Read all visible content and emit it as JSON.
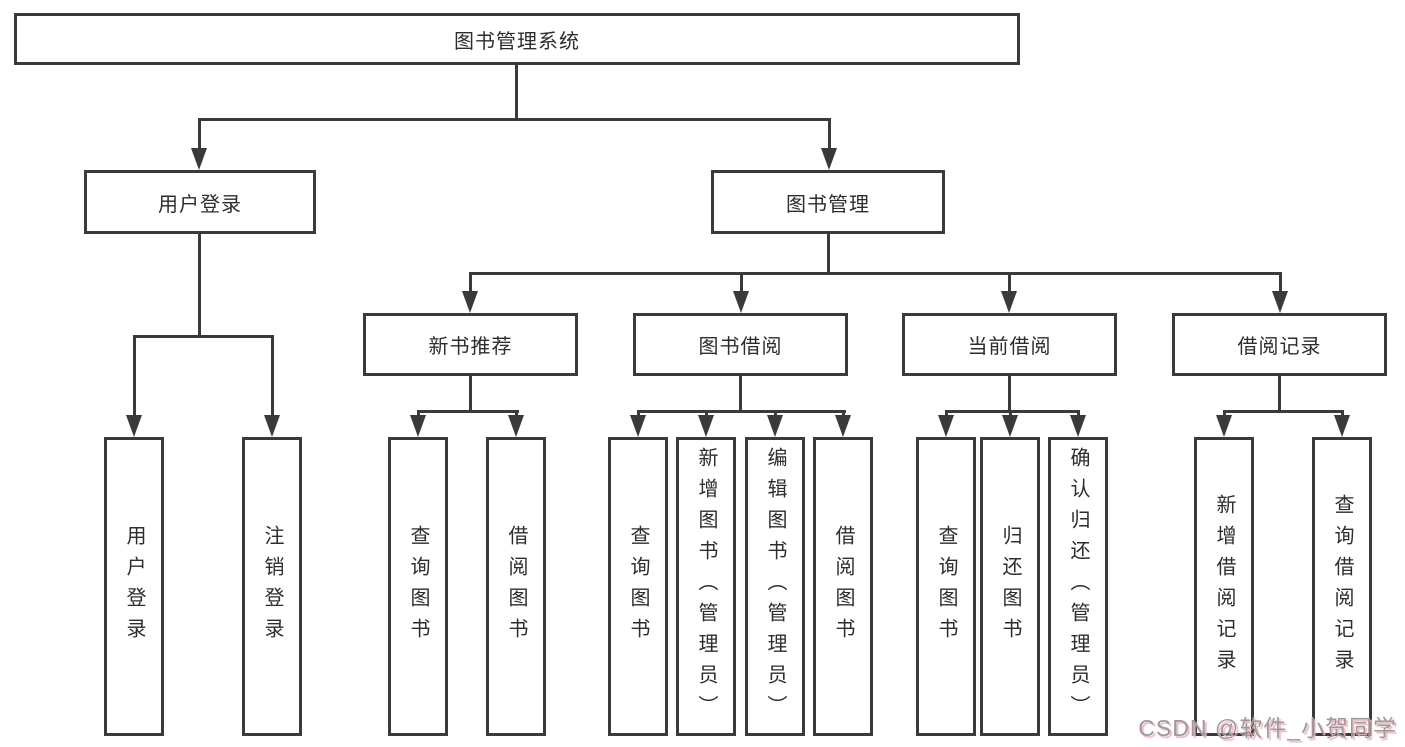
{
  "diagram": {
    "root": {
      "label": "图书管理系统"
    },
    "level2": [
      {
        "label": "用户登录"
      },
      {
        "label": "图书管理"
      }
    ],
    "level3": [
      {
        "label": "新书推荐"
      },
      {
        "label": "图书借阅"
      },
      {
        "label": "当前借阅"
      },
      {
        "label": "借阅记录"
      }
    ],
    "leaves": [
      {
        "label": "用户登录"
      },
      {
        "label": "注销登录"
      },
      {
        "label": "查询图书"
      },
      {
        "label": "借阅图书"
      },
      {
        "label": "查询图书"
      },
      {
        "label": "新增图书（管理员）"
      },
      {
        "label": "编辑图书（管理员）"
      },
      {
        "label": "借阅图书"
      },
      {
        "label": "查询图书"
      },
      {
        "label": "归还图书"
      },
      {
        "label": "确认归还（管理员）"
      },
      {
        "label": "新增借阅记录"
      },
      {
        "label": "查询借阅记录"
      }
    ]
  },
  "watermark": {
    "text": "CSDN @软件_小贺同学"
  },
  "colors": {
    "line": "#3a3a3a",
    "text": "#2d2d2d",
    "background": "#ffffff",
    "watermark_gray": "#9b9b9b",
    "watermark_pink": "#f0b3c0"
  }
}
